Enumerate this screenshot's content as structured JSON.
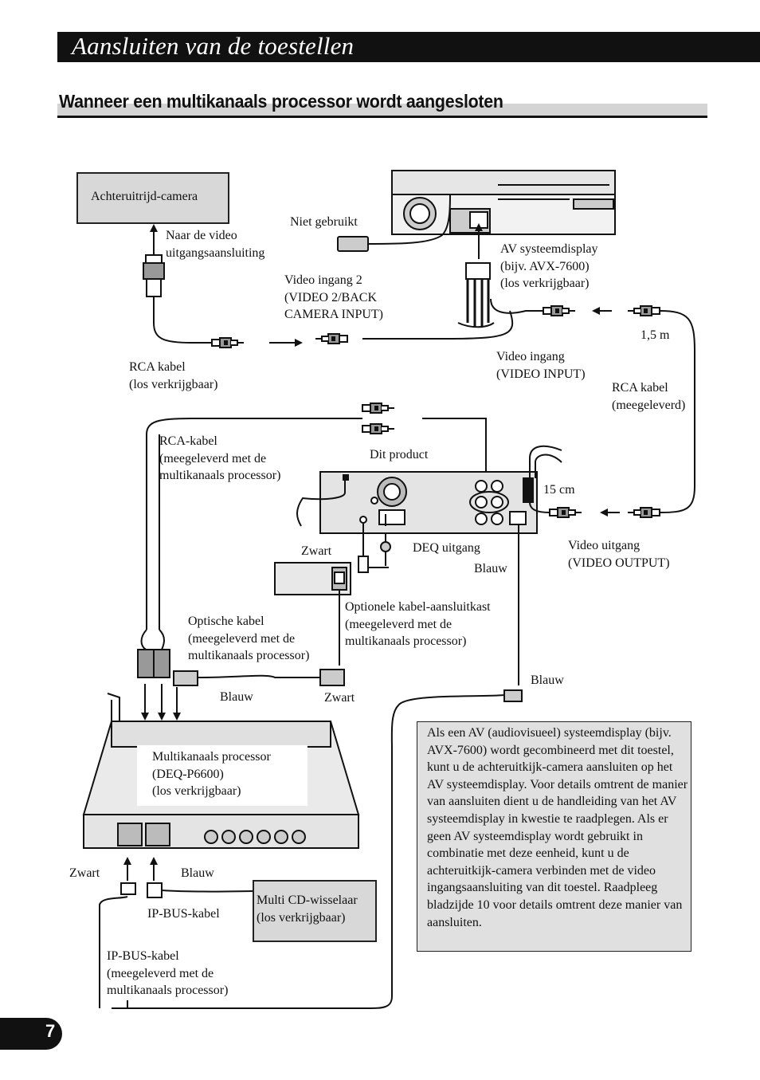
{
  "header": {
    "title": "Aansluiten van de toestellen"
  },
  "section": {
    "title": "Wanneer een multikanaals processor wordt aangesloten"
  },
  "labels": {
    "camera": "Achteruitrijd-camera",
    "video_out_conn": "Naar de video\nuitgangsaansluiting",
    "niet_gebruikt": "Niet gebruikt",
    "av_display": "AV systeemdisplay\n(bijv. AVX-7600)\n(los verkrijgbaar)",
    "video_in2": "Video ingang 2\n(VIDEO 2/BACK\nCAMERA INPUT)",
    "rca_kabel_sep": "RCA kabel\n(los verkrijgbaar)",
    "video_ingang": "Video ingang\n(VIDEO INPUT)",
    "len_15m": "1,5 m",
    "rca_kabel_meeg": "RCA kabel\n(meegeleverd)",
    "rca_kabel_proc": "RCA-kabel\n(meegeleverd met de\nmultikanaals processor)",
    "dit_product": "Dit product",
    "len_15cm": "15 cm",
    "zwart1": "Zwart",
    "deq_uitgang": "DEQ uitgang",
    "blauw1": "Blauw",
    "video_uitgang": "Video uitgang\n(VIDEO OUTPUT)",
    "optionele_kast": "Optionele kabel-aansluitkast\n(meegeleverd met de\nmultikanaals processor)",
    "optische_kabel": "Optische kabel\n(meegeleverd met de\nmultikanaals processor)",
    "blauw2": "Blauw",
    "zwart2": "Zwart",
    "blauw3": "Blauw",
    "processor": "Multikanaals processor\n(DEQ-P6600)\n(los verkrijgbaar)",
    "zwart3": "Zwart",
    "blauw4": "Blauw",
    "ipbus": "IP-BUS-kabel",
    "cd_wisselaar": "Multi CD-wisselaar\n(los verkrijgbaar)",
    "ipbus_meeg": "IP-BUS-kabel\n(meegeleverd met de\nmultikanaals processor)"
  },
  "note": "Als een AV (audiovisueel) systeemdisplay (bijv. AVX-7600) wordt gecombineerd met dit toestel, kunt u de achteruitkijk-camera aansluiten op het AV systeemdisplay. Voor details omtrent de manier van aansluiten dient u de handleiding van het AV systeemdisplay in kwestie te raadplegen. Als er geen AV systeemdisplay wordt gebruikt in combinatie met deze eenheid, kunt u de achteruitkijk-camera verbinden met de video ingangsaansluiting van dit toestel. Raadpleeg bladzijde 10 voor details omtrent deze manier van aansluiten.",
  "page_number": "7"
}
